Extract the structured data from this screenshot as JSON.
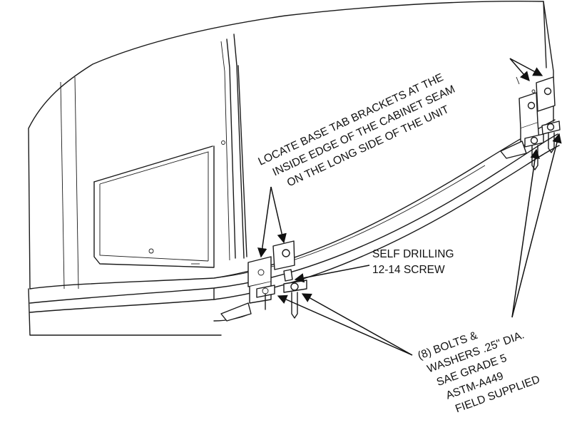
{
  "labels": {
    "bracket_note": [
      "LOCATE BASE TAB BRACKETS AT THE",
      "INSIDE EDGE OF THE CABINET SEAM",
      "ON THE LONG SIDE OF THE UNIT"
    ],
    "screw_note": [
      "SELF DRILLING",
      "12-14 SCREW"
    ],
    "bolt_note": [
      "(8) BOLTS &",
      "WASHERS .25\" DIA.",
      "SAE GRADE 5",
      "ASTM-A449",
      "FIELD SUPPLIED"
    ]
  },
  "colors": {
    "line": "#1a1a1a",
    "background": "#ffffff"
  }
}
